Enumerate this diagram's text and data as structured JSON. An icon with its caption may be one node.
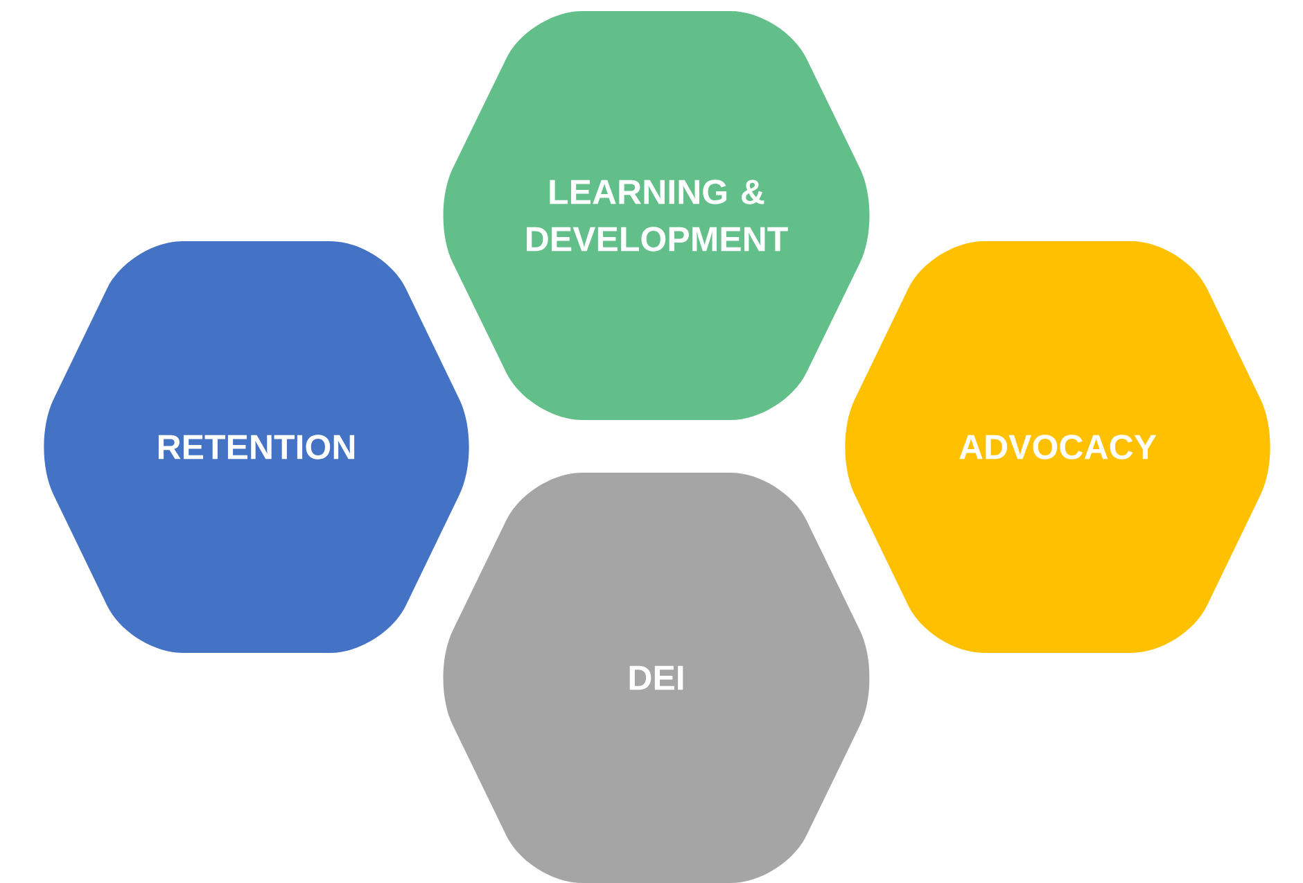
{
  "diagram": {
    "nodes": [
      {
        "text": [
          "LEARNING & DEVELOPMENT"
        ]
      },
      {
        "text": [
          "RETENTION"
        ]
      },
      {
        "text": [
          "ADVOCACY"
        ]
      },
      {
        "text": [
          "DEI"
        ]
      }
    ]
  }
}
